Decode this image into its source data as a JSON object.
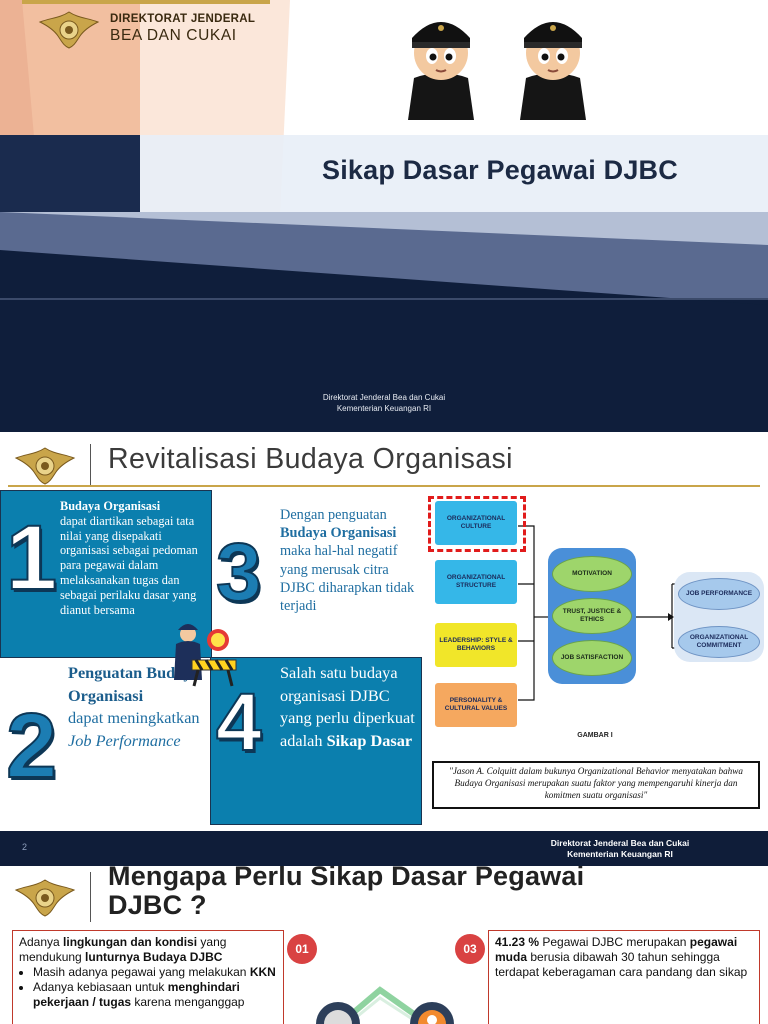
{
  "slide1": {
    "brand_line1": "DIREKTORAT JENDERAL",
    "brand_line2": "BEA DAN CUKAI",
    "title": "Sikap Dasar Pegawai DJBC",
    "footer_line1": "Direktorat Jenderal Bea dan Cukai",
    "footer_line2": "Kementerian Keuangan RI"
  },
  "slide2": {
    "title": "Revitalisasi Budaya Organisasi",
    "box1": {
      "number": "1",
      "bold": "Budaya Organisasi",
      "text": "dapat diartikan sebagai tata nilai yang disepakati organisasi sebagai pedoman para pegawai dalam melaksanakan tugas dan sebagai perilaku dasar yang dianut bersama"
    },
    "box2": {
      "number": "2",
      "bold": "Penguatan Budaya Organisasi",
      "text": "dapat meningkatkan",
      "italic": "Job Performance"
    },
    "box3": {
      "number": "3",
      "text_a": "Dengan penguatan",
      "bold": "Budaya Organisasi",
      "text_b": "maka hal-hal negatif yang merusak citra DJBC diharapkan tidak terjadi"
    },
    "box4": {
      "number": "4",
      "text": "Salah satu budaya organisasi DJBC yang perlu diperkuat adalah",
      "bold": "Sikap Dasar"
    },
    "diagram": {
      "left": [
        "ORGANIZATIONAL CULTURE",
        "ORGANIZATIONAL STRUCTURE",
        "LEADERSHIP: STYLE & BEHAVIORS",
        "PERSONALITY & CULTURAL VALUES"
      ],
      "middle": [
        "MOTIVATION",
        "TRUST, JUSTICE & ETHICS",
        "JOB SATISFACTION"
      ],
      "right": [
        "JOB PERFORMANCE",
        "ORGANIZATIONAL COMMITMENT"
      ],
      "caption": "GAMBAR I",
      "left_colors": [
        "#35b7e8",
        "#35b7e8",
        "#f1e629",
        "#f5a85f"
      ],
      "middle_color": "#9ed56b",
      "right_color": "#a6c9ec",
      "panel_color": "#4a8fd8"
    },
    "quote": "\"Jason A. Colquitt dalam bukunya Organizational Behavior menyatakan bahwa Budaya Organisasi merupakan suatu faktor yang mempengaruhi kinerja dan komitmen suatu organisasi\"",
    "page_number": "2",
    "footer_line1": "Direktorat Jenderal  Bea dan Cukai",
    "footer_line2": "Kementerian Keuangan RI"
  },
  "slide3": {
    "title_line1": "Mengapa Perlu Sikap Dasar Pegawai",
    "title_line2": "DJBC ?",
    "left_box": {
      "intro_a": "Adanya ",
      "intro_b": "lingkungan dan kondisi",
      "intro_c": " yang mendukung ",
      "intro_d": "lunturnya Budaya DJBC",
      "bullet1_a": "Masih adanya pegawai yang melakukan ",
      "bullet1_b": "KKN",
      "bullet2_a": "Adanya kebiasaan untuk ",
      "bullet2_b": "menghindari pekerjaan / tugas",
      "bullet2_c": " karena menganggap"
    },
    "badge1": "01",
    "badge3": "03",
    "right_box": {
      "a": "41.23 %",
      "b": " Pegawai DJBC merupakan ",
      "c": "pegawai muda",
      "d": " berusia dibawah 30 tahun sehingga terdapat keberagaman cara pandang dan sikap"
    }
  }
}
